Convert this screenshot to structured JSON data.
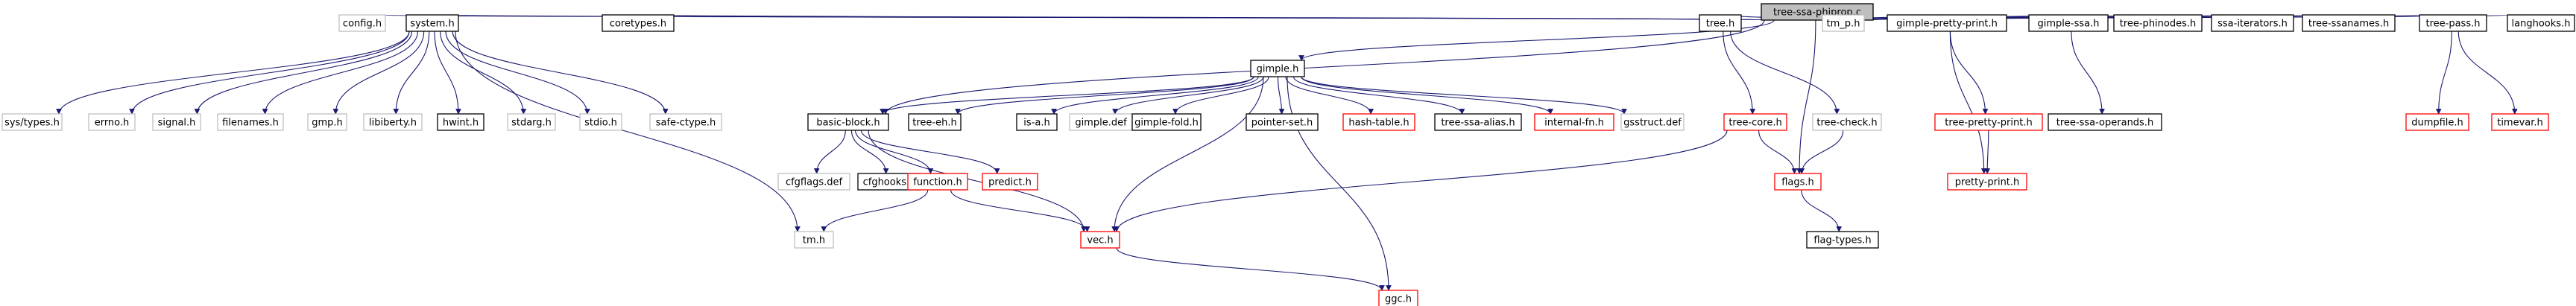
{
  "graph": {
    "colors": {
      "edge": "#191970",
      "root_fill": "#bfbfbf",
      "normal_border": "#000000",
      "truncated_border": "#ff0000",
      "leaf_border": "#bfbfbf"
    },
    "nodes": [
      {
        "id": "n_root",
        "label": "tree-ssa-phiprop.c",
        "kind": "root"
      },
      {
        "id": "n_config",
        "label": "config.h",
        "kind": "leaf"
      },
      {
        "id": "n_system",
        "label": "system.h",
        "kind": "normal"
      },
      {
        "id": "n_coretypes",
        "label": "coretypes.h",
        "kind": "normal"
      },
      {
        "id": "n_gimple",
        "label": "gimple.h",
        "kind": "normal"
      },
      {
        "id": "n_tree",
        "label": "tree.h",
        "kind": "normal"
      },
      {
        "id": "n_tm_p",
        "label": "tm_p.h",
        "kind": "leaf"
      },
      {
        "id": "n_gimple_pretty_print",
        "label": "gimple-pretty-print.h",
        "kind": "normal"
      },
      {
        "id": "n_gimple_ssa",
        "label": "gimple-ssa.h",
        "kind": "normal"
      },
      {
        "id": "n_tree_phinodes",
        "label": "tree-phinodes.h",
        "kind": "normal"
      },
      {
        "id": "n_ssa_iterators",
        "label": "ssa-iterators.h",
        "kind": "normal"
      },
      {
        "id": "n_tree_ssanames",
        "label": "tree-ssanames.h",
        "kind": "normal"
      },
      {
        "id": "n_tree_pass",
        "label": "tree-pass.h",
        "kind": "normal"
      },
      {
        "id": "n_langhooks",
        "label": "langhooks.h",
        "kind": "normal"
      },
      {
        "id": "n_sys_types",
        "label": "sys/types.h",
        "kind": "leaf"
      },
      {
        "id": "n_errno",
        "label": "errno.h",
        "kind": "leaf"
      },
      {
        "id": "n_signal",
        "label": "signal.h",
        "kind": "leaf"
      },
      {
        "id": "n_filenames",
        "label": "filenames.h",
        "kind": "leaf"
      },
      {
        "id": "n_gmp",
        "label": "gmp.h",
        "kind": "leaf"
      },
      {
        "id": "n_libiberty",
        "label": "libiberty.h",
        "kind": "leaf"
      },
      {
        "id": "n_hwint",
        "label": "hwint.h",
        "kind": "normal"
      },
      {
        "id": "n_stdarg",
        "label": "stdarg.h",
        "kind": "leaf"
      },
      {
        "id": "n_stdio",
        "label": "stdio.h",
        "kind": "leaf"
      },
      {
        "id": "n_safe_ctype",
        "label": "safe-ctype.h",
        "kind": "leaf"
      },
      {
        "id": "n_basic_block",
        "label": "basic-block.h",
        "kind": "normal"
      },
      {
        "id": "n_tree_eh",
        "label": "tree-eh.h",
        "kind": "normal"
      },
      {
        "id": "n_is_a",
        "label": "is-a.h",
        "kind": "normal"
      },
      {
        "id": "n_gimple_def",
        "label": "gimple.def",
        "kind": "leaf"
      },
      {
        "id": "n_gsstruct_def",
        "label": "gsstruct.def",
        "kind": "leaf"
      },
      {
        "id": "n_pointer_set",
        "label": "pointer-set.h",
        "kind": "normal"
      },
      {
        "id": "n_hash_table",
        "label": "hash-table.h",
        "kind": "truncated"
      },
      {
        "id": "n_tree_ssa_alias",
        "label": "tree-ssa-alias.h",
        "kind": "normal"
      },
      {
        "id": "n_internal_fn",
        "label": "internal-fn.h",
        "kind": "truncated"
      },
      {
        "id": "n_gimple_fold",
        "label": "gimple-fold.h",
        "kind": "normal"
      },
      {
        "id": "n_tree_core",
        "label": "tree-core.h",
        "kind": "truncated"
      },
      {
        "id": "n_tree_check",
        "label": "tree-check.h",
        "kind": "leaf"
      },
      {
        "id": "n_tree_pretty_print",
        "label": "tree-pretty-print.h",
        "kind": "truncated"
      },
      {
        "id": "n_tree_ssa_operands",
        "label": "tree-ssa-operands.h",
        "kind": "normal"
      },
      {
        "id": "n_dumpfile",
        "label": "dumpfile.h",
        "kind": "truncated"
      },
      {
        "id": "n_timevar",
        "label": "timevar.h",
        "kind": "truncated"
      },
      {
        "id": "n_cfgflags_def",
        "label": "cfgflags.def",
        "kind": "leaf"
      },
      {
        "id": "n_cfghooks",
        "label": "cfghooks.h",
        "kind": "normal"
      },
      {
        "id": "n_function",
        "label": "function.h",
        "kind": "truncated"
      },
      {
        "id": "n_predict",
        "label": "predict.h",
        "kind": "truncated"
      },
      {
        "id": "n_flags",
        "label": "flags.h",
        "kind": "truncated"
      },
      {
        "id": "n_pretty_print",
        "label": "pretty-print.h",
        "kind": "truncated"
      },
      {
        "id": "n_tm",
        "label": "tm.h",
        "kind": "leaf"
      },
      {
        "id": "n_vec",
        "label": "vec.h",
        "kind": "truncated"
      },
      {
        "id": "n_flag_types",
        "label": "flag-types.h",
        "kind": "normal"
      },
      {
        "id": "n_ggc",
        "label": "ggc.h",
        "kind": "truncated"
      }
    ],
    "edges": [
      [
        "n_root",
        "n_config"
      ],
      [
        "n_root",
        "n_system"
      ],
      [
        "n_root",
        "n_coretypes"
      ],
      [
        "n_root",
        "n_gimple"
      ],
      [
        "n_root",
        "n_tree"
      ],
      [
        "n_root",
        "n_tm_p"
      ],
      [
        "n_root",
        "n_gimple_pretty_print"
      ],
      [
        "n_root",
        "n_gimple_ssa"
      ],
      [
        "n_root",
        "n_tree_phinodes"
      ],
      [
        "n_root",
        "n_ssa_iterators"
      ],
      [
        "n_root",
        "n_tree_ssanames"
      ],
      [
        "n_root",
        "n_tree_pass"
      ],
      [
        "n_root",
        "n_langhooks"
      ],
      [
        "n_root",
        "n_basic_block"
      ],
      [
        "n_root",
        "n_flags"
      ],
      [
        "n_system",
        "n_sys_types"
      ],
      [
        "n_system",
        "n_errno"
      ],
      [
        "n_system",
        "n_signal"
      ],
      [
        "n_system",
        "n_filenames"
      ],
      [
        "n_system",
        "n_gmp"
      ],
      [
        "n_system",
        "n_libiberty"
      ],
      [
        "n_system",
        "n_hwint"
      ],
      [
        "n_system",
        "n_stdarg"
      ],
      [
        "n_system",
        "n_stdio"
      ],
      [
        "n_system",
        "n_safe_ctype"
      ],
      [
        "n_system",
        "n_tm"
      ],
      [
        "n_gimple",
        "n_basic_block"
      ],
      [
        "n_gimple",
        "n_tree_eh"
      ],
      [
        "n_gimple",
        "n_is_a"
      ],
      [
        "n_gimple",
        "n_gimple_def"
      ],
      [
        "n_gimple",
        "n_gsstruct_def"
      ],
      [
        "n_gimple",
        "n_pointer_set"
      ],
      [
        "n_gimple",
        "n_hash_table"
      ],
      [
        "n_gimple",
        "n_tree_ssa_alias"
      ],
      [
        "n_gimple",
        "n_internal_fn"
      ],
      [
        "n_gimple",
        "n_gimple_fold"
      ],
      [
        "n_gimple",
        "n_vec"
      ],
      [
        "n_gimple",
        "n_ggc"
      ],
      [
        "n_basic_block",
        "n_cfgflags_def"
      ],
      [
        "n_basic_block",
        "n_cfghooks"
      ],
      [
        "n_basic_block",
        "n_function"
      ],
      [
        "n_basic_block",
        "n_predict"
      ],
      [
        "n_basic_block",
        "n_vec"
      ],
      [
        "n_function",
        "n_tm"
      ],
      [
        "n_function",
        "n_vec"
      ],
      [
        "n_vec",
        "n_ggc"
      ],
      [
        "n_tree",
        "n_tree_core"
      ],
      [
        "n_tree",
        "n_tree_check"
      ],
      [
        "n_tree_core",
        "n_vec"
      ],
      [
        "n_tree_core",
        "n_flags"
      ],
      [
        "n_tree_check",
        "n_flags"
      ],
      [
        "n_flags",
        "n_flag_types"
      ],
      [
        "n_gimple_pretty_print",
        "n_tree_pretty_print"
      ],
      [
        "n_gimple_pretty_print",
        "n_pretty_print"
      ],
      [
        "n_tree_pretty_print",
        "n_pretty_print"
      ],
      [
        "n_gimple_ssa",
        "n_tree_ssa_operands"
      ],
      [
        "n_tree_pass",
        "n_dumpfile"
      ],
      [
        "n_tree_pass",
        "n_timevar"
      ]
    ]
  }
}
